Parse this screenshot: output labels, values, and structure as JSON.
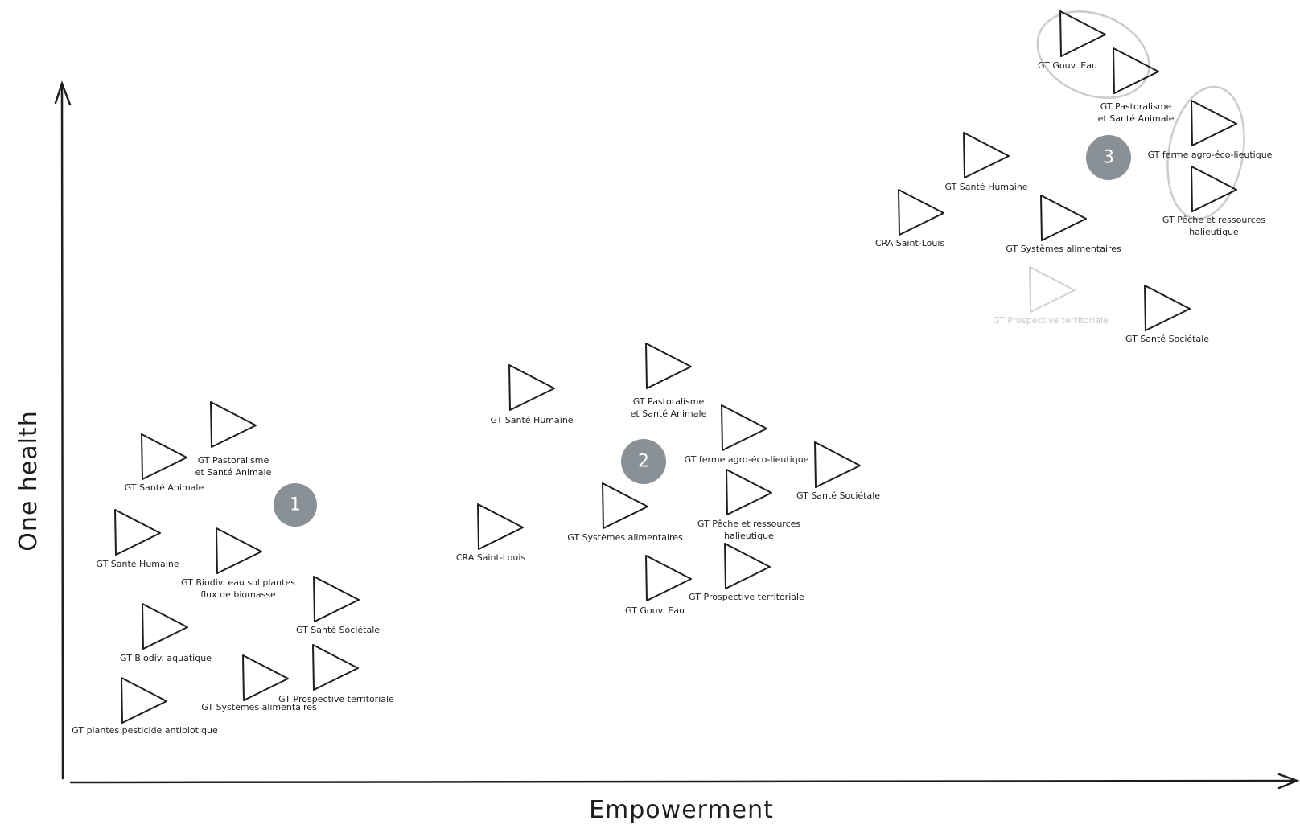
{
  "axes": {
    "x_label": "Empowerment",
    "y_label": "One health"
  },
  "badges": [
    "1",
    "2",
    "3"
  ],
  "groups": {
    "g1": [
      {
        "label": "GT Pastoralisme\net Santé Animale"
      },
      {
        "label": "GT Santé Animale"
      },
      {
        "label": "GT Santé Humaine"
      },
      {
        "label": "GT Biodiv. eau sol plantes\nflux de biomasse"
      },
      {
        "label": "GT Santé Sociétale"
      },
      {
        "label": "GT Biodiv. aquatique"
      },
      {
        "label": "GT Prospective territoriale"
      },
      {
        "label": "GT Systèmes alimentaires"
      },
      {
        "label": "GT plantes pesticide antibiotique"
      }
    ],
    "g2": [
      {
        "label": "GT Santé Humaine"
      },
      {
        "label": "GT Pastoralisme\net Santé Animale"
      },
      {
        "label": "GT ferme agro-éco-lieutique"
      },
      {
        "label": "GT Santé Sociétale"
      },
      {
        "label": "GT Pêche et ressources\nhalieutique"
      },
      {
        "label": "GT Systèmes alimentaires"
      },
      {
        "label": "CRA Saint-Louis"
      },
      {
        "label": "GT Prospective territoriale"
      },
      {
        "label": "GT Gouv. Eau"
      }
    ],
    "g3": [
      {
        "label": "GT Gouv. Eau"
      },
      {
        "label": "GT Pastoralisme\net Santé Animale"
      },
      {
        "label": "GT ferme agro-éco-lieutique"
      },
      {
        "label": "GT Pêche et ressources\nhalieutique"
      },
      {
        "label": "GT Santé Humaine"
      },
      {
        "label": "CRA Saint-Louis"
      },
      {
        "label": "GT Systèmes alimentaires"
      },
      {
        "label": "GT Prospective territoriale",
        "faded": true
      },
      {
        "label": "GT Santé Sociétale"
      }
    ]
  }
}
